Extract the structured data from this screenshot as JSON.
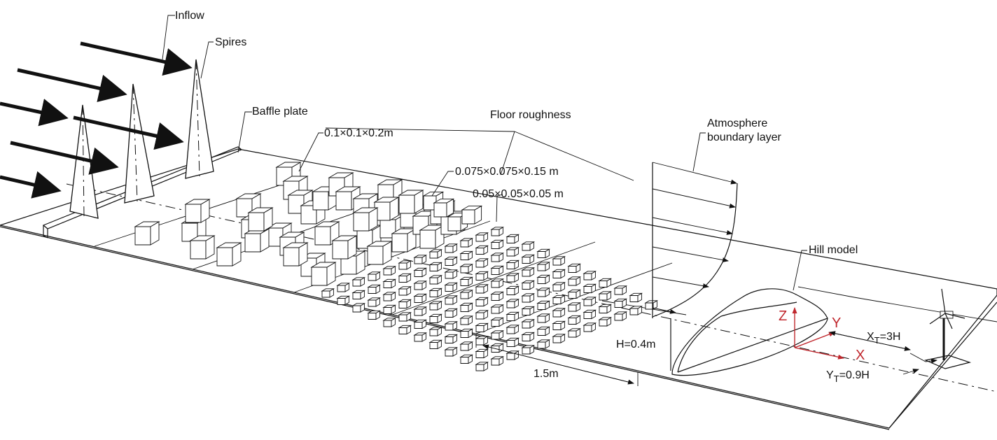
{
  "colors": {
    "line": "#111111",
    "axis": "#c0272d",
    "background": "#ffffff"
  },
  "labels": {
    "inflow": "Inflow",
    "spires": "Spires",
    "baffle_plate": "Baffle plate",
    "floor_roughness": "Floor roughness",
    "block_large": "0.1×0.1×0.2m",
    "block_medium": "0.075×0.075×0.15 m",
    "block_small": "0.05×0.05×0.05 m",
    "abl_line1": "Atmosphere",
    "abl_line2": "boundary layer",
    "hill_model": "Hill model",
    "height": "H=0.4m",
    "length": "1.5m",
    "axis_x": "X",
    "axis_y": "Y",
    "axis_z": "Z",
    "xt_prefix": "X",
    "xt_sub": "T",
    "xt_value": "=3H",
    "yt_prefix": "Y",
    "yt_sub": "T",
    "yt_value": "=0.9H"
  }
}
